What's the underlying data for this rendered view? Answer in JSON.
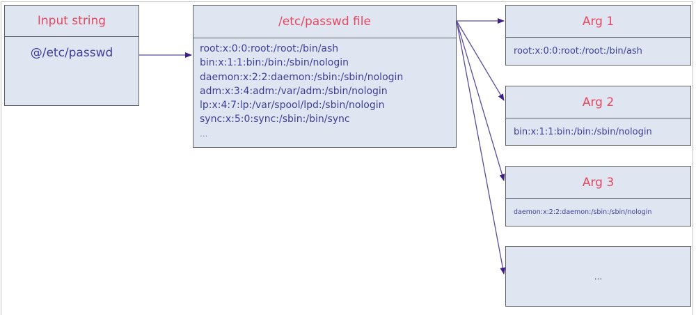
{
  "diagram": {
    "input": {
      "title": "Input string",
      "value": "@/etc/passwd"
    },
    "passwd_file": {
      "title": "/etc/passwd file",
      "lines": [
        "root:x:0:0:root:/root:/bin/ash",
        "bin:x:1:1:bin:/bin:/sbin/nologin",
        "daemon:x:2:2:daemon:/sbin:/sbin/nologin",
        "adm:x:3:4:adm:/var/adm:/sbin/nologin",
        "lp:x:4:7:lp:/var/spool/lpd:/sbin/nologin",
        "sync:x:5:0:sync:/sbin:/bin/sync"
      ],
      "more": "..."
    },
    "args": [
      {
        "title": "Arg 1",
        "value": "root:x:0:0:root:/root:/bin/ash"
      },
      {
        "title": "Arg 2",
        "value": "bin:x:1:1:bin:/bin:/sbin/nologin"
      },
      {
        "title": "Arg 3",
        "value": "daemon:x:2:2:daemon:/sbin:/sbin/nologin"
      },
      {
        "title": "",
        "value": "..."
      }
    ],
    "colors": {
      "title_red": "#e4475f",
      "text_blue": "#3c3f9a",
      "box_fill": "#dfe6f1",
      "arrow": "#4a2a8a"
    }
  }
}
